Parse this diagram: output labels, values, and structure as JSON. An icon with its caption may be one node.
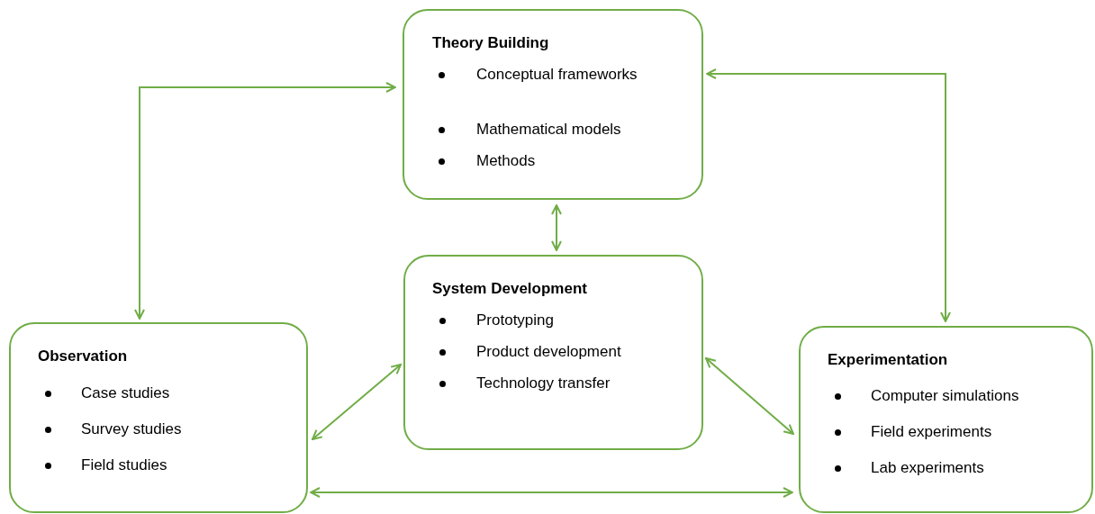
{
  "diagram": {
    "nodes": [
      {
        "text": [
          "Theory Building",
          "Conceptual frameworks",
          "Mathematical models",
          "Methods"
        ]
      },
      {
        "text": [
          "System Development",
          "Prototyping",
          "Product development",
          "Technology transfer"
        ]
      },
      {
        "text": [
          "Observation",
          "Case studies",
          "Survey studies",
          "Field studies"
        ]
      },
      {
        "text": [
          "Experimentation",
          "Computer simulations",
          "Field experiments",
          "Lab experiments"
        ]
      }
    ],
    "edges": [
      {
        "from": 0,
        "to": 2,
        "arrow": "both"
      },
      {
        "from": 0,
        "to": 3,
        "arrow": "both"
      },
      {
        "from": 0,
        "to": 1,
        "arrow": "both"
      },
      {
        "from": 1,
        "to": 2,
        "arrow": "both"
      },
      {
        "from": 1,
        "to": 3,
        "arrow": "both"
      },
      {
        "from": 2,
        "to": 3,
        "arrow": "both"
      }
    ]
  }
}
